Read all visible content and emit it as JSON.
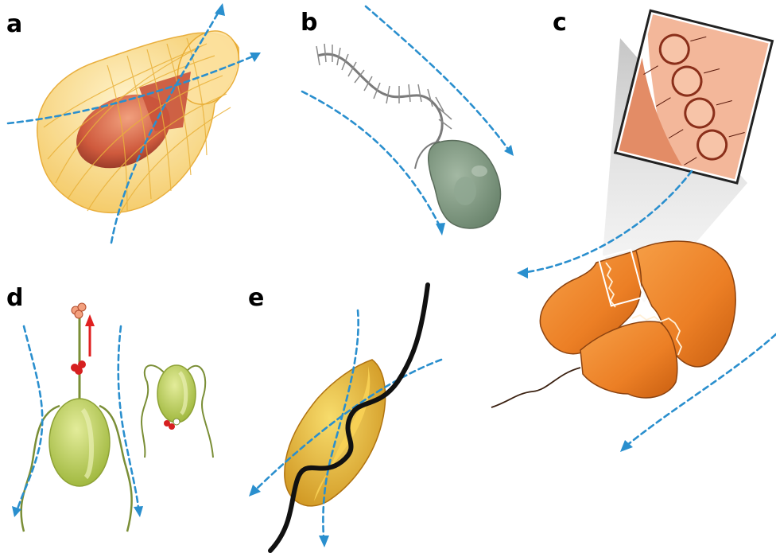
{
  "panels": [
    {
      "label": "a"
    },
    {
      "label": "b"
    },
    {
      "label": "c"
    },
    {
      "label": "d"
    },
    {
      "label": "e"
    }
  ],
  "colors": {
    "flow_arrows": "#2a8fce",
    "dinoflagellate_lorica": "#f2c24a",
    "dinoflagellate_body": "#cf5a3d",
    "euglenid_cell": "#7d9a80",
    "ciliate_body": "#ef8a2c",
    "chlamydomonas_cell": "#b5cc4a",
    "motion_arrow": "#e02020",
    "trypanosome_body": "#e7b12c",
    "flagellum": "#111111"
  },
  "icons": [
    "dinoflagellate",
    "euglenid",
    "ciliate-with-membranelle-inset",
    "chlamydomonas",
    "trypanosome"
  ]
}
